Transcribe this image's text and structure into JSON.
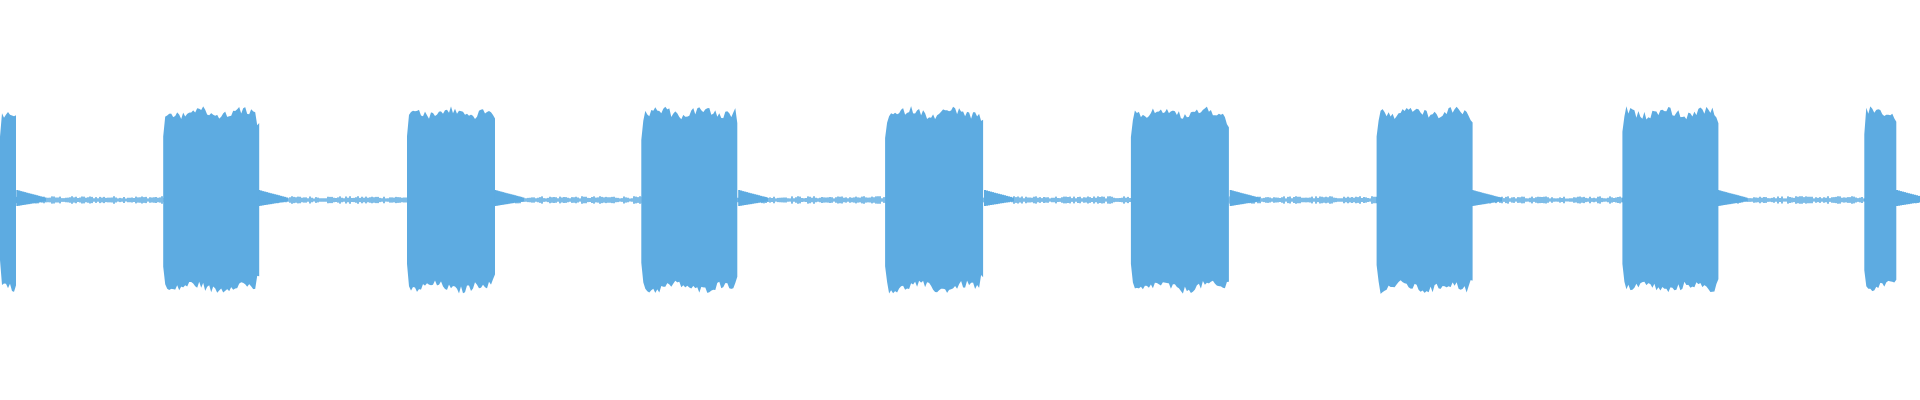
{
  "waveform": {
    "color": "#5dabe1",
    "background": "#ffffff",
    "burst_count_full": 7,
    "bursts": [
      {
        "id": "burst-0",
        "start": 0.0,
        "end": 0.009,
        "partial": true
      },
      {
        "id": "burst-1",
        "start": 0.085,
        "end": 0.135
      },
      {
        "id": "burst-2",
        "start": 0.212,
        "end": 0.258
      },
      {
        "id": "burst-3",
        "start": 0.334,
        "end": 0.385
      },
      {
        "id": "burst-4",
        "start": 0.461,
        "end": 0.513
      },
      {
        "id": "burst-5",
        "start": 0.589,
        "end": 0.641
      },
      {
        "id": "burst-6",
        "start": 0.717,
        "end": 0.767
      },
      {
        "id": "burst-7",
        "start": 0.845,
        "end": 0.895
      },
      {
        "id": "burst-8",
        "start": 0.971,
        "end": 0.988,
        "partial": true
      }
    ],
    "burst_amplitude": 0.96,
    "quiet_amplitude": 0.04
  }
}
